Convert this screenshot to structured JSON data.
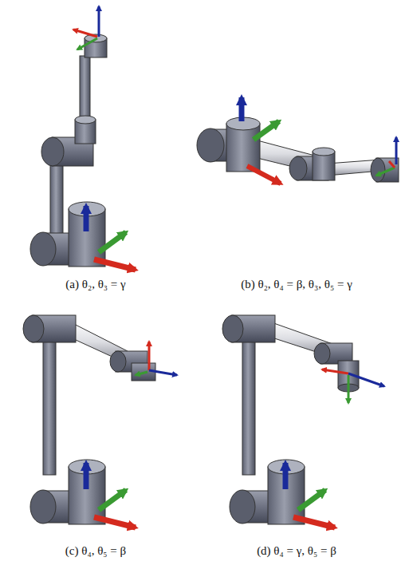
{
  "diagram": {
    "labels": [
      "(a) θ₂, θ₃ = γ",
      "(b) θ₂, θ₄ = β, θ₃, θ₅ = γ",
      "(c) θ₄, θ₅ = β",
      "(d) θ₄ = γ, θ₅ = β"
    ]
  }
}
